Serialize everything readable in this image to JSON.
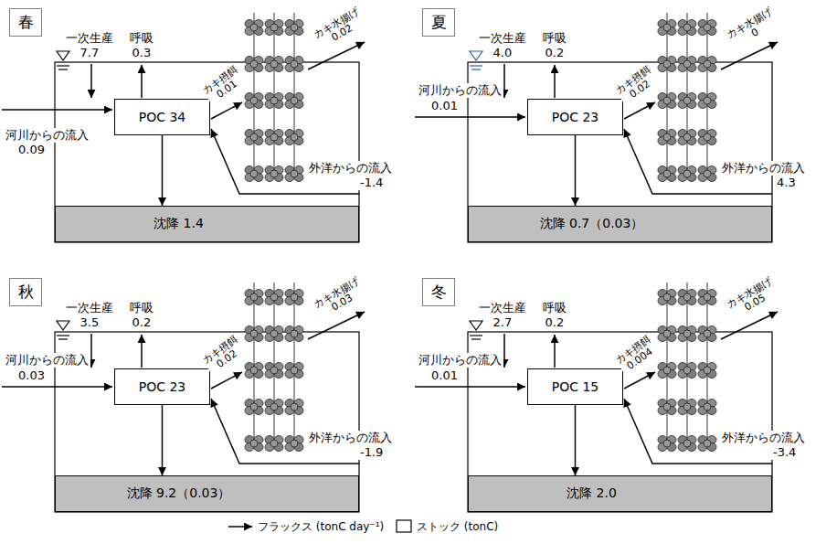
{
  "diagram": {
    "nodes": [
      {
        "text": [
          "春"
        ]
      },
      {
        "text": [
          "POC 34"
        ]
      },
      {
        "text": [
          "沈降 1.4"
        ]
      },
      {
        "text": [
          "夏"
        ]
      },
      {
        "text": [
          "POC 23"
        ]
      },
      {
        "text": [
          "沈降 0.7（0.03）"
        ]
      },
      {
        "text": [
          "秋"
        ]
      },
      {
        "text": [
          "POC 23"
        ]
      },
      {
        "text": [
          "沈降 9.2（0.03）"
        ]
      },
      {
        "text": [
          "冬"
        ]
      },
      {
        "text": [
          "POC 15"
        ]
      },
      {
        "text": [
          "沈降 2.0"
        ]
      }
    ],
    "edges": [
      {
        "from": 1,
        "to": 2,
        "arrow": "to"
      },
      {
        "from": 4,
        "to": 5,
        "arrow": "to"
      },
      {
        "from": 7,
        "to": 8,
        "arrow": "to"
      },
      {
        "from": 10,
        "to": 11,
        "arrow": "to"
      }
    ],
    "labels": [
      "一次生産",
      "7.7",
      "呼吸",
      "0.3",
      "カキ水揚げ",
      "0.02",
      "カキ摂餌",
      "0.01",
      "河川からの流入",
      "0.09",
      "外洋からの流入",
      "-1.4",
      "一次生産",
      "4.0",
      "呼吸",
      "0.2",
      "カキ水揚げ",
      "0",
      "カキ摂餌",
      "0.02",
      "河川からの流入",
      "0.01",
      "外洋からの流入",
      "4.3",
      "一次生産",
      "3.5",
      "呼吸",
      "0.2",
      "カキ水揚げ",
      "0.03",
      "カキ摂餌",
      "0.02",
      "河川からの流入",
      "0.03",
      "外洋からの流入",
      "-1.9",
      "一次生産",
      "2.7",
      "呼吸",
      "0.2",
      "カキ水揚げ",
      "0.05",
      "カキ摂餌",
      "0.004",
      "河川からの流入",
      "0.01",
      "外洋からの流入",
      "-3.4"
    ],
    "legend": [
      {
        "text": "フラックス (tonC day⁻¹)"
      },
      {
        "text": "ストック (tonC)"
      }
    ]
  }
}
